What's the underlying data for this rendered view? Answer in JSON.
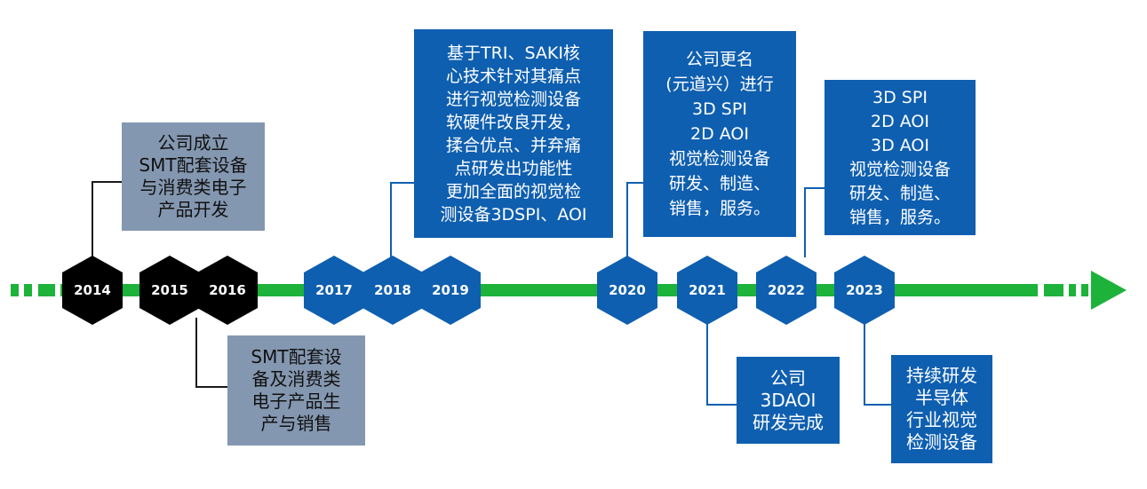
{
  "colors": {
    "timeline_green": "#1db23a",
    "past_hex": "#000000",
    "future_hex": "#0f5fb0",
    "gray_box": "#8497b0",
    "blue_box": "#0f5fb0",
    "connector": "#1a1a1a",
    "connector_blue": "#0f5fb0"
  },
  "years": [
    {
      "label": "2014",
      "style": "dark"
    },
    {
      "label": "2015",
      "style": "dark"
    },
    {
      "label": "2016",
      "style": "dark"
    },
    {
      "label": "2017",
      "style": "blue"
    },
    {
      "label": "2018",
      "style": "blue"
    },
    {
      "label": "2019",
      "style": "blue"
    },
    {
      "label": "2020",
      "style": "blue"
    },
    {
      "label": "2021",
      "style": "blue"
    },
    {
      "label": "2022",
      "style": "blue"
    },
    {
      "label": "2023",
      "style": "blue"
    }
  ],
  "events": {
    "e2014": [
      "公司成立",
      "SMT配套设备",
      "与消费类电子",
      "产品开发"
    ],
    "e2016": [
      "SMT配套设",
      "备及消费类",
      "电子产品生",
      "产与销售"
    ],
    "e2018": [
      "基于TRI、SAKI核",
      "心技术针对其痛点",
      "进行视觉检测设备",
      "软硬件改良开发，",
      "揉合优点、并弃痛",
      "点研发出功能性",
      "更加全面的视觉检",
      "测设备3DSPI、AOI"
    ],
    "e2020": [
      "公司更名",
      "(元道兴）进行",
      "3D SPI",
      "2D AOI",
      "视觉检测设备",
      "研发、制造、",
      "销售，服务。"
    ],
    "e2021": [
      "公司",
      "3DAOI",
      "研发完成"
    ],
    "e2022": [
      "3D SPI",
      "2D AOI",
      "3D AOI",
      "视觉检测设备",
      "研发、制造、",
      "销售，服务。"
    ],
    "e2023": [
      "持续研发",
      "半导体",
      "行业视觉",
      "检测设备"
    ]
  }
}
